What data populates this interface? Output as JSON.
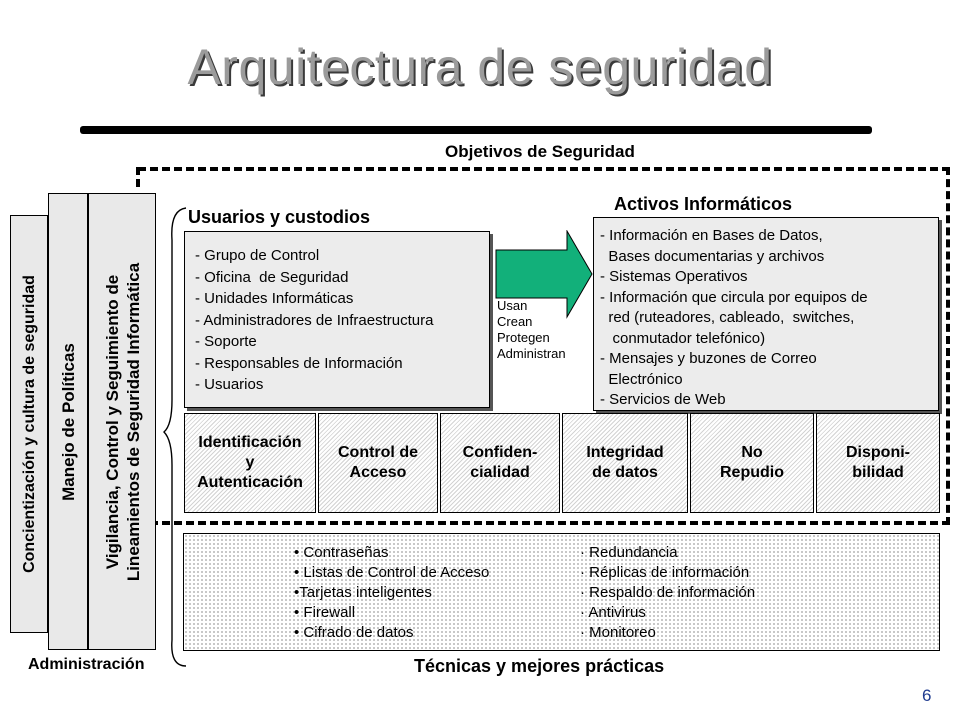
{
  "title": "Arquitectura de seguridad",
  "objectives_heading": "Objetivos de Seguridad",
  "side_columns": [
    {
      "label": "Concientización y cultura de seguridad"
    },
    {
      "label": "Manejo de Políticas"
    },
    {
      "label_line1": "Vigilancia, Control y Seguimiento de",
      "label_line2": "Lineamientos de Seguridad Informática"
    }
  ],
  "administration_label": "Administración",
  "users": {
    "heading": "Usuarios y custodios",
    "items": [
      "- Grupo de Control",
      "- Oficina  de Seguridad",
      "- Unidades Informáticas",
      "- Administradores de Infraestructura",
      "- Soporte",
      "- Responsables de Información",
      "- Usuarios"
    ]
  },
  "arrow_verbs": [
    "Usan",
    "Crean",
    "Protegen",
    "Administran"
  ],
  "arrow_color": "#12b07a",
  "assets": {
    "heading": "Activos Informáticos",
    "items": [
      "- Información en Bases de Datos,",
      "  Bases documentarias y archivos",
      "- Sistemas Operativos",
      "- Información que circula por equipos de",
      "  red (ruteadores, cableado,  switches,",
      "   conmutador telefónico)",
      "- Mensajes y buzones de Correo",
      "  Electrónico",
      "- Servicios de Web"
    ]
  },
  "objectives": [
    {
      "line1": "Identificación",
      "line2": "y",
      "line3": "Autenticación"
    },
    {
      "line1": "Control de",
      "line2": "Acceso"
    },
    {
      "line1": "Confiden-",
      "line2": "cialidad"
    },
    {
      "line1": "Integridad",
      "line2": "de datos"
    },
    {
      "line1": "No",
      "line2": "Repudio"
    },
    {
      "line1": "Disponi-",
      "line2": "bilidad"
    }
  ],
  "techniques": {
    "heading": "Técnicas y mejores prácticas",
    "left": [
      "• Contraseñas",
      "• Listas de Control de Acceso",
      "•Tarjetas inteligentes",
      "• Firewall",
      "• Cifrado de datos"
    ],
    "right": [
      "· Redundancia",
      "· Réplicas de información",
      "· Respaldo de información",
      "· Antivirus",
      "· Monitoreo"
    ]
  },
  "page_number": "6"
}
